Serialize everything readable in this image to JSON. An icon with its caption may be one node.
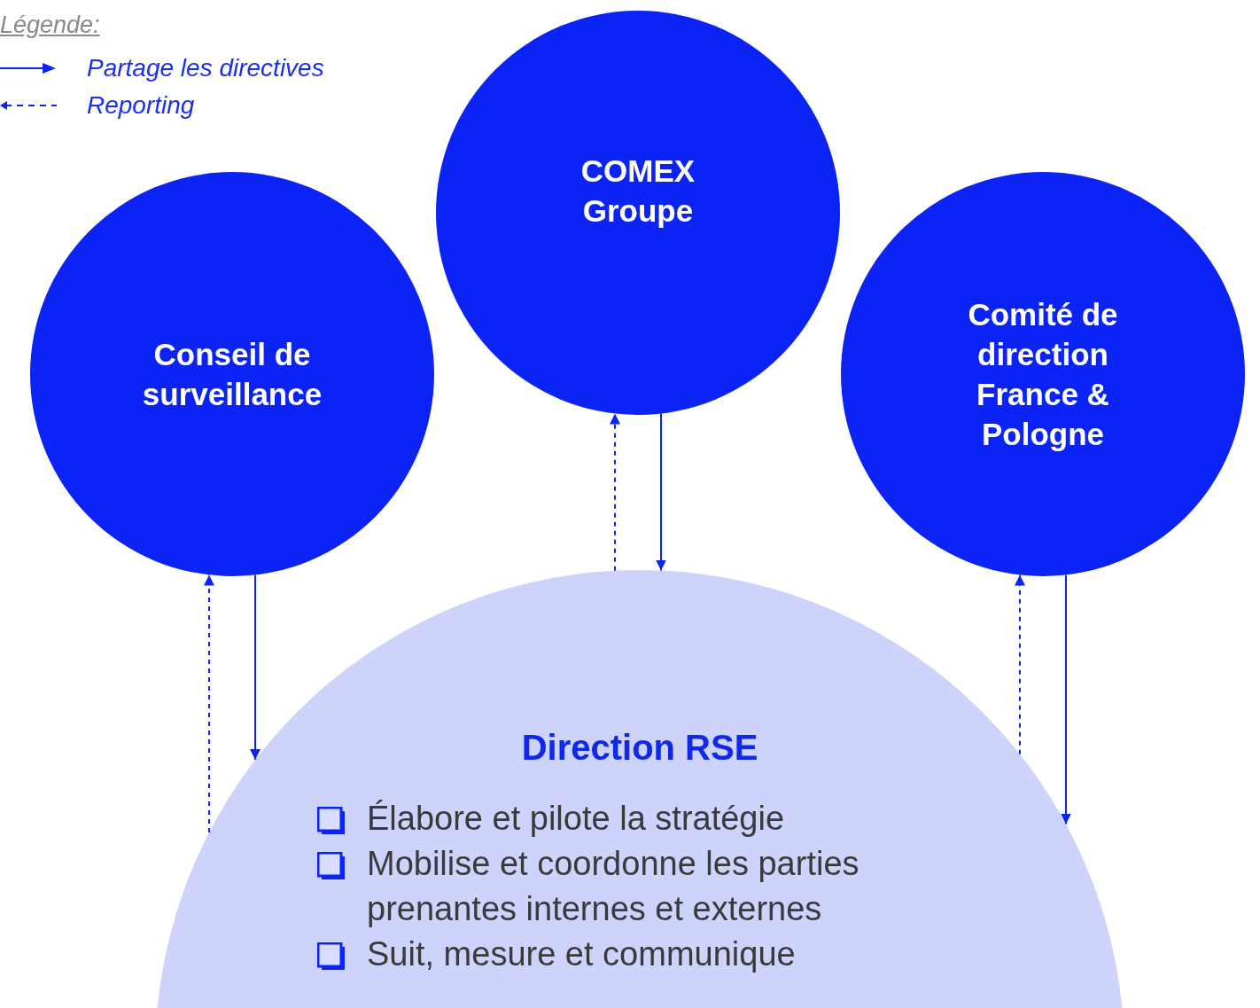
{
  "diagram": {
    "nodes": [
      {
        "text": [
          "Conseil de surveillance"
        ]
      },
      {
        "text": [
          "COMEX Groupe"
        ]
      },
      {
        "text": [
          "Comité de direction France & Pologne"
        ]
      },
      {
        "text": [
          "Direction RSE",
          "Élabore et pilote la stratégie",
          "Mobilise et coordonne les parties prenantes internes et externes",
          "Suit, mesure et communique"
        ]
      }
    ],
    "edges": [
      {
        "from": 3,
        "to": 0,
        "arrow": "to",
        "style": "dashed"
      },
      {
        "from": 0,
        "to": 3,
        "arrow": "to"
      },
      {
        "from": 3,
        "to": 1,
        "arrow": "to",
        "style": "dashed"
      },
      {
        "from": 1,
        "to": 3,
        "arrow": "to"
      },
      {
        "from": 3,
        "to": 2,
        "arrow": "to",
        "style": "dashed"
      },
      {
        "from": 2,
        "to": 3,
        "arrow": "to"
      }
    ],
    "labels": [
      "Légende:"
    ],
    "legend": [
      {
        "text": "Partage les directives"
      },
      {
        "text": "Reporting"
      }
    ]
  }
}
